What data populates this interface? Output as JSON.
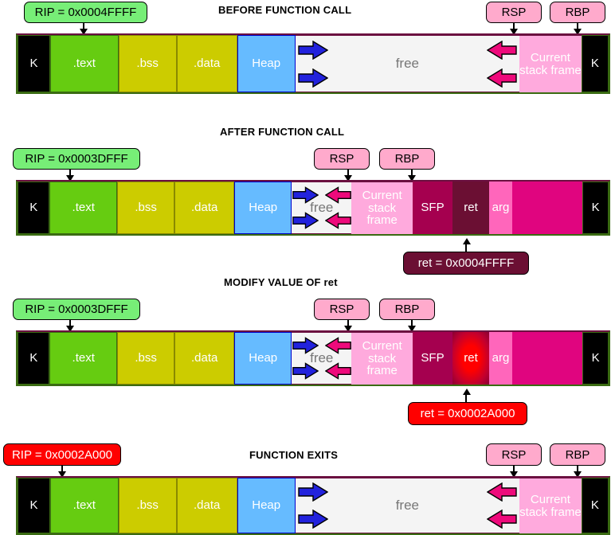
{
  "diagrams": [
    {
      "id": "before-function-call",
      "title": "BEFORE FUNCTION CALL",
      "rip": {
        "label": "RIP = 0x0004FFFF",
        "style": "green"
      },
      "rsp": {
        "label": "RSP",
        "style": "pink"
      },
      "rbp": {
        "label": "RBP",
        "style": "pink"
      },
      "segments": [
        {
          "name": "kernel-low",
          "label": "K"
        },
        {
          "name": "text-segment",
          "label": ".text"
        },
        {
          "name": "bss-segment",
          "label": ".bss"
        },
        {
          "name": "data-segment",
          "label": ".data"
        },
        {
          "name": "heap-segment",
          "label": "Heap"
        },
        {
          "name": "free-segment",
          "label": "free"
        },
        {
          "name": "current-stack-frame",
          "label": "Current stack frame"
        },
        {
          "name": "kernel-high",
          "label": "K"
        }
      ]
    },
    {
      "id": "after-function-call",
      "title": "AFTER FUNCTION CALL",
      "rip": {
        "label": "RIP = 0x0003DFFF",
        "style": "green"
      },
      "rsp": {
        "label": "RSP",
        "style": "pink"
      },
      "rbp": {
        "label": "RBP",
        "style": "pink"
      },
      "ret_callout": {
        "label": "ret = 0x0004FFFF",
        "style": "maroon"
      },
      "segments": [
        {
          "name": "kernel-low",
          "label": "K"
        },
        {
          "name": "text-segment",
          "label": ".text"
        },
        {
          "name": "bss-segment",
          "label": ".bss"
        },
        {
          "name": "data-segment",
          "label": ".data"
        },
        {
          "name": "heap-segment",
          "label": "Heap"
        },
        {
          "name": "free-segment",
          "label": "free"
        },
        {
          "name": "current-stack-frame",
          "label": "Current stack frame"
        },
        {
          "name": "sfp-slot",
          "label": "SFP"
        },
        {
          "name": "ret-slot",
          "label": "ret"
        },
        {
          "name": "arg-slot",
          "label": "arg"
        },
        {
          "name": "old-stack-region",
          "label": ""
        },
        {
          "name": "kernel-high",
          "label": "K"
        }
      ]
    },
    {
      "id": "modify-value-of-ret",
      "title": "MODIFY VALUE OF ret",
      "rip": {
        "label": "RIP = 0x0003DFFF",
        "style": "green"
      },
      "rsp": {
        "label": "RSP",
        "style": "pink"
      },
      "rbp": {
        "label": "RBP",
        "style": "pink"
      },
      "ret_callout": {
        "label": "ret = 0x0002A000",
        "style": "red"
      },
      "segments": [
        {
          "name": "kernel-low",
          "label": "K"
        },
        {
          "name": "text-segment",
          "label": ".text"
        },
        {
          "name": "bss-segment",
          "label": ".bss"
        },
        {
          "name": "data-segment",
          "label": ".data"
        },
        {
          "name": "heap-segment",
          "label": "Heap"
        },
        {
          "name": "free-segment",
          "label": "free"
        },
        {
          "name": "current-stack-frame",
          "label": "Current stack frame"
        },
        {
          "name": "sfp-slot",
          "label": "SFP"
        },
        {
          "name": "ret-slot",
          "label": "ret"
        },
        {
          "name": "arg-slot",
          "label": "arg"
        },
        {
          "name": "old-stack-region",
          "label": ""
        },
        {
          "name": "kernel-high",
          "label": "K"
        }
      ]
    },
    {
      "id": "function-exits",
      "title": "FUNCTION EXITS",
      "rip": {
        "label": "RIP = 0x0002A000",
        "style": "red"
      },
      "rsp": {
        "label": "RSP",
        "style": "pink"
      },
      "rbp": {
        "label": "RBP",
        "style": "pink"
      },
      "segments": [
        {
          "name": "kernel-low",
          "label": "K"
        },
        {
          "name": "text-segment",
          "label": ".text"
        },
        {
          "name": "bss-segment",
          "label": ".bss"
        },
        {
          "name": "data-segment",
          "label": ".data"
        },
        {
          "name": "heap-segment",
          "label": "Heap"
        },
        {
          "name": "free-segment",
          "label": "free"
        },
        {
          "name": "current-stack-frame",
          "label": "Current stack frame"
        },
        {
          "name": "kernel-high",
          "label": "K"
        }
      ]
    }
  ],
  "colors": {
    "kernel": "#000000",
    "text": "#66cc11",
    "bss_data": "#cccc00",
    "heap": "#66bbff",
    "free": "#f4f4f4",
    "current_stack_frame": "#ffaadd",
    "sfp": "#a5004f",
    "ret": "#6b0f33",
    "ret_modified": "#ff0000",
    "arg": "#ff66bb",
    "old_stack": "#e0057f",
    "outline": "#3a6b12",
    "stack_outline": "#6b1040",
    "grow_arrow_heap": "#2222dd",
    "grow_arrow_stack": "#ee0a7b",
    "register_box": "#ffaacc",
    "rip_box": "#77ee77",
    "rip_box_alert": "#ff0000"
  },
  "icons": {
    "heap_growth": "fat-right-arrow-icon",
    "stack_growth": "fat-left-arrow-icon",
    "pointer": "down-arrow-icon",
    "callout_pointer": "up-arrow-icon"
  }
}
